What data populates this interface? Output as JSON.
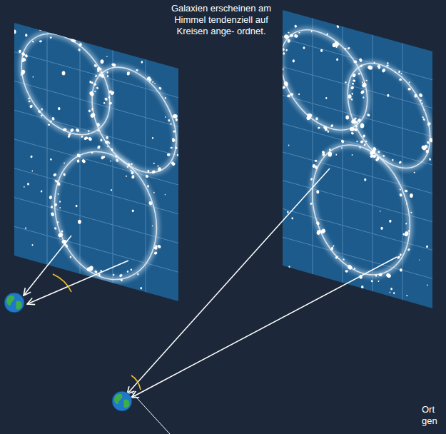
{
  "diagram": {
    "labels": [
      "Galaxien erscheinen am Himmel tendenziell auf Kreisen ange- ordnet.",
      "Ort",
      "gen"
    ]
  }
}
